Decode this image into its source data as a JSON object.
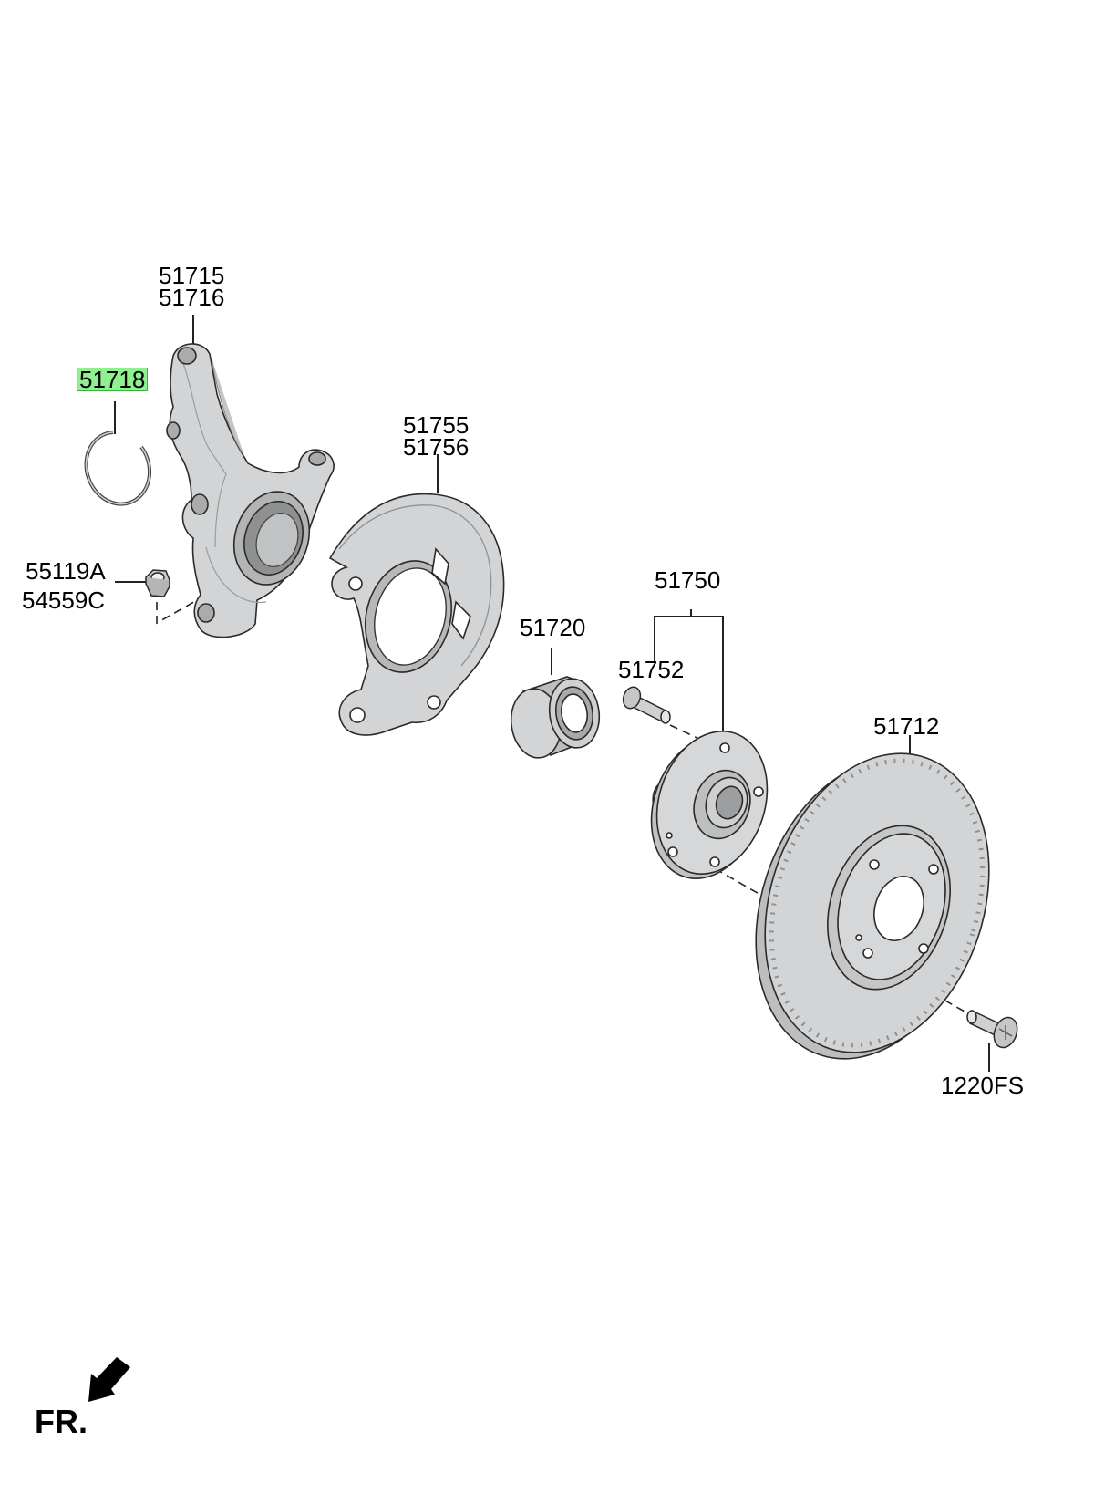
{
  "labels": {
    "knuckle_a": "51715",
    "knuckle_b": "51716",
    "snap_ring": "51718",
    "shield_a": "51755",
    "shield_b": "51756",
    "nut_a": "55119A",
    "nut_b": "54559C",
    "hub_assy": "51750",
    "bearing": "51720",
    "hub_bolt": "51752",
    "disc": "51712",
    "disc_screw": "1220FS"
  },
  "orientation": {
    "front_label": "FR."
  },
  "colors": {
    "part_fill": "#d3d4d5",
    "part_shade": "#b5b7b9",
    "outline": "#2a2a2a",
    "highlight": "#8ef08e",
    "highlight_border": "#39b339"
  },
  "icons": {
    "front_arrow": "arrow-down-left-icon"
  }
}
